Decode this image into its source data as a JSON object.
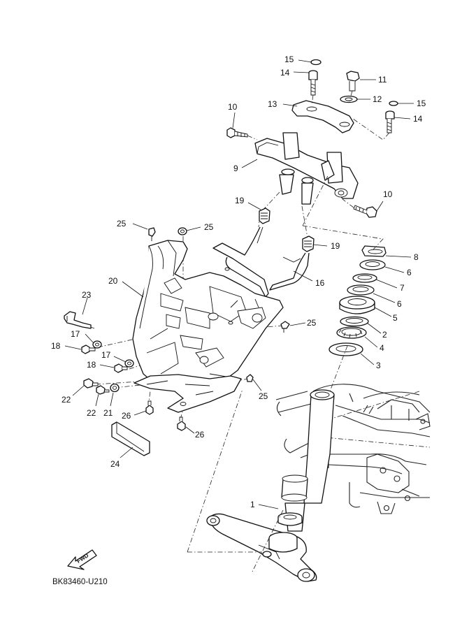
{
  "diagram": {
    "document_code": "BK83460-U210",
    "direction_label": "FWD",
    "callouts": {
      "c1": "1",
      "c2": "2",
      "c3": "3",
      "c4": "4",
      "c5": "5",
      "c6a": "6",
      "c6b": "6",
      "c7": "7",
      "c8": "8",
      "c9": "9",
      "c10a": "10",
      "c10b": "10",
      "c11": "11",
      "c12": "12",
      "c13": "13",
      "c14a": "14",
      "c14b": "14",
      "c15a": "15",
      "c15b": "15",
      "c16": "16",
      "c17a": "17",
      "c17b": "17",
      "c18a": "18",
      "c18b": "18",
      "c19a": "19",
      "c19b": "19",
      "c20": "20",
      "c21": "21",
      "c22a": "22",
      "c22b": "22",
      "c23": "23",
      "c24": "24",
      "c25a": "25",
      "c25b": "25",
      "c25c": "25",
      "c25d": "25",
      "c26a": "26",
      "c26b": "26"
    },
    "colors": {
      "line": "#111111",
      "background": "#ffffff"
    }
  }
}
